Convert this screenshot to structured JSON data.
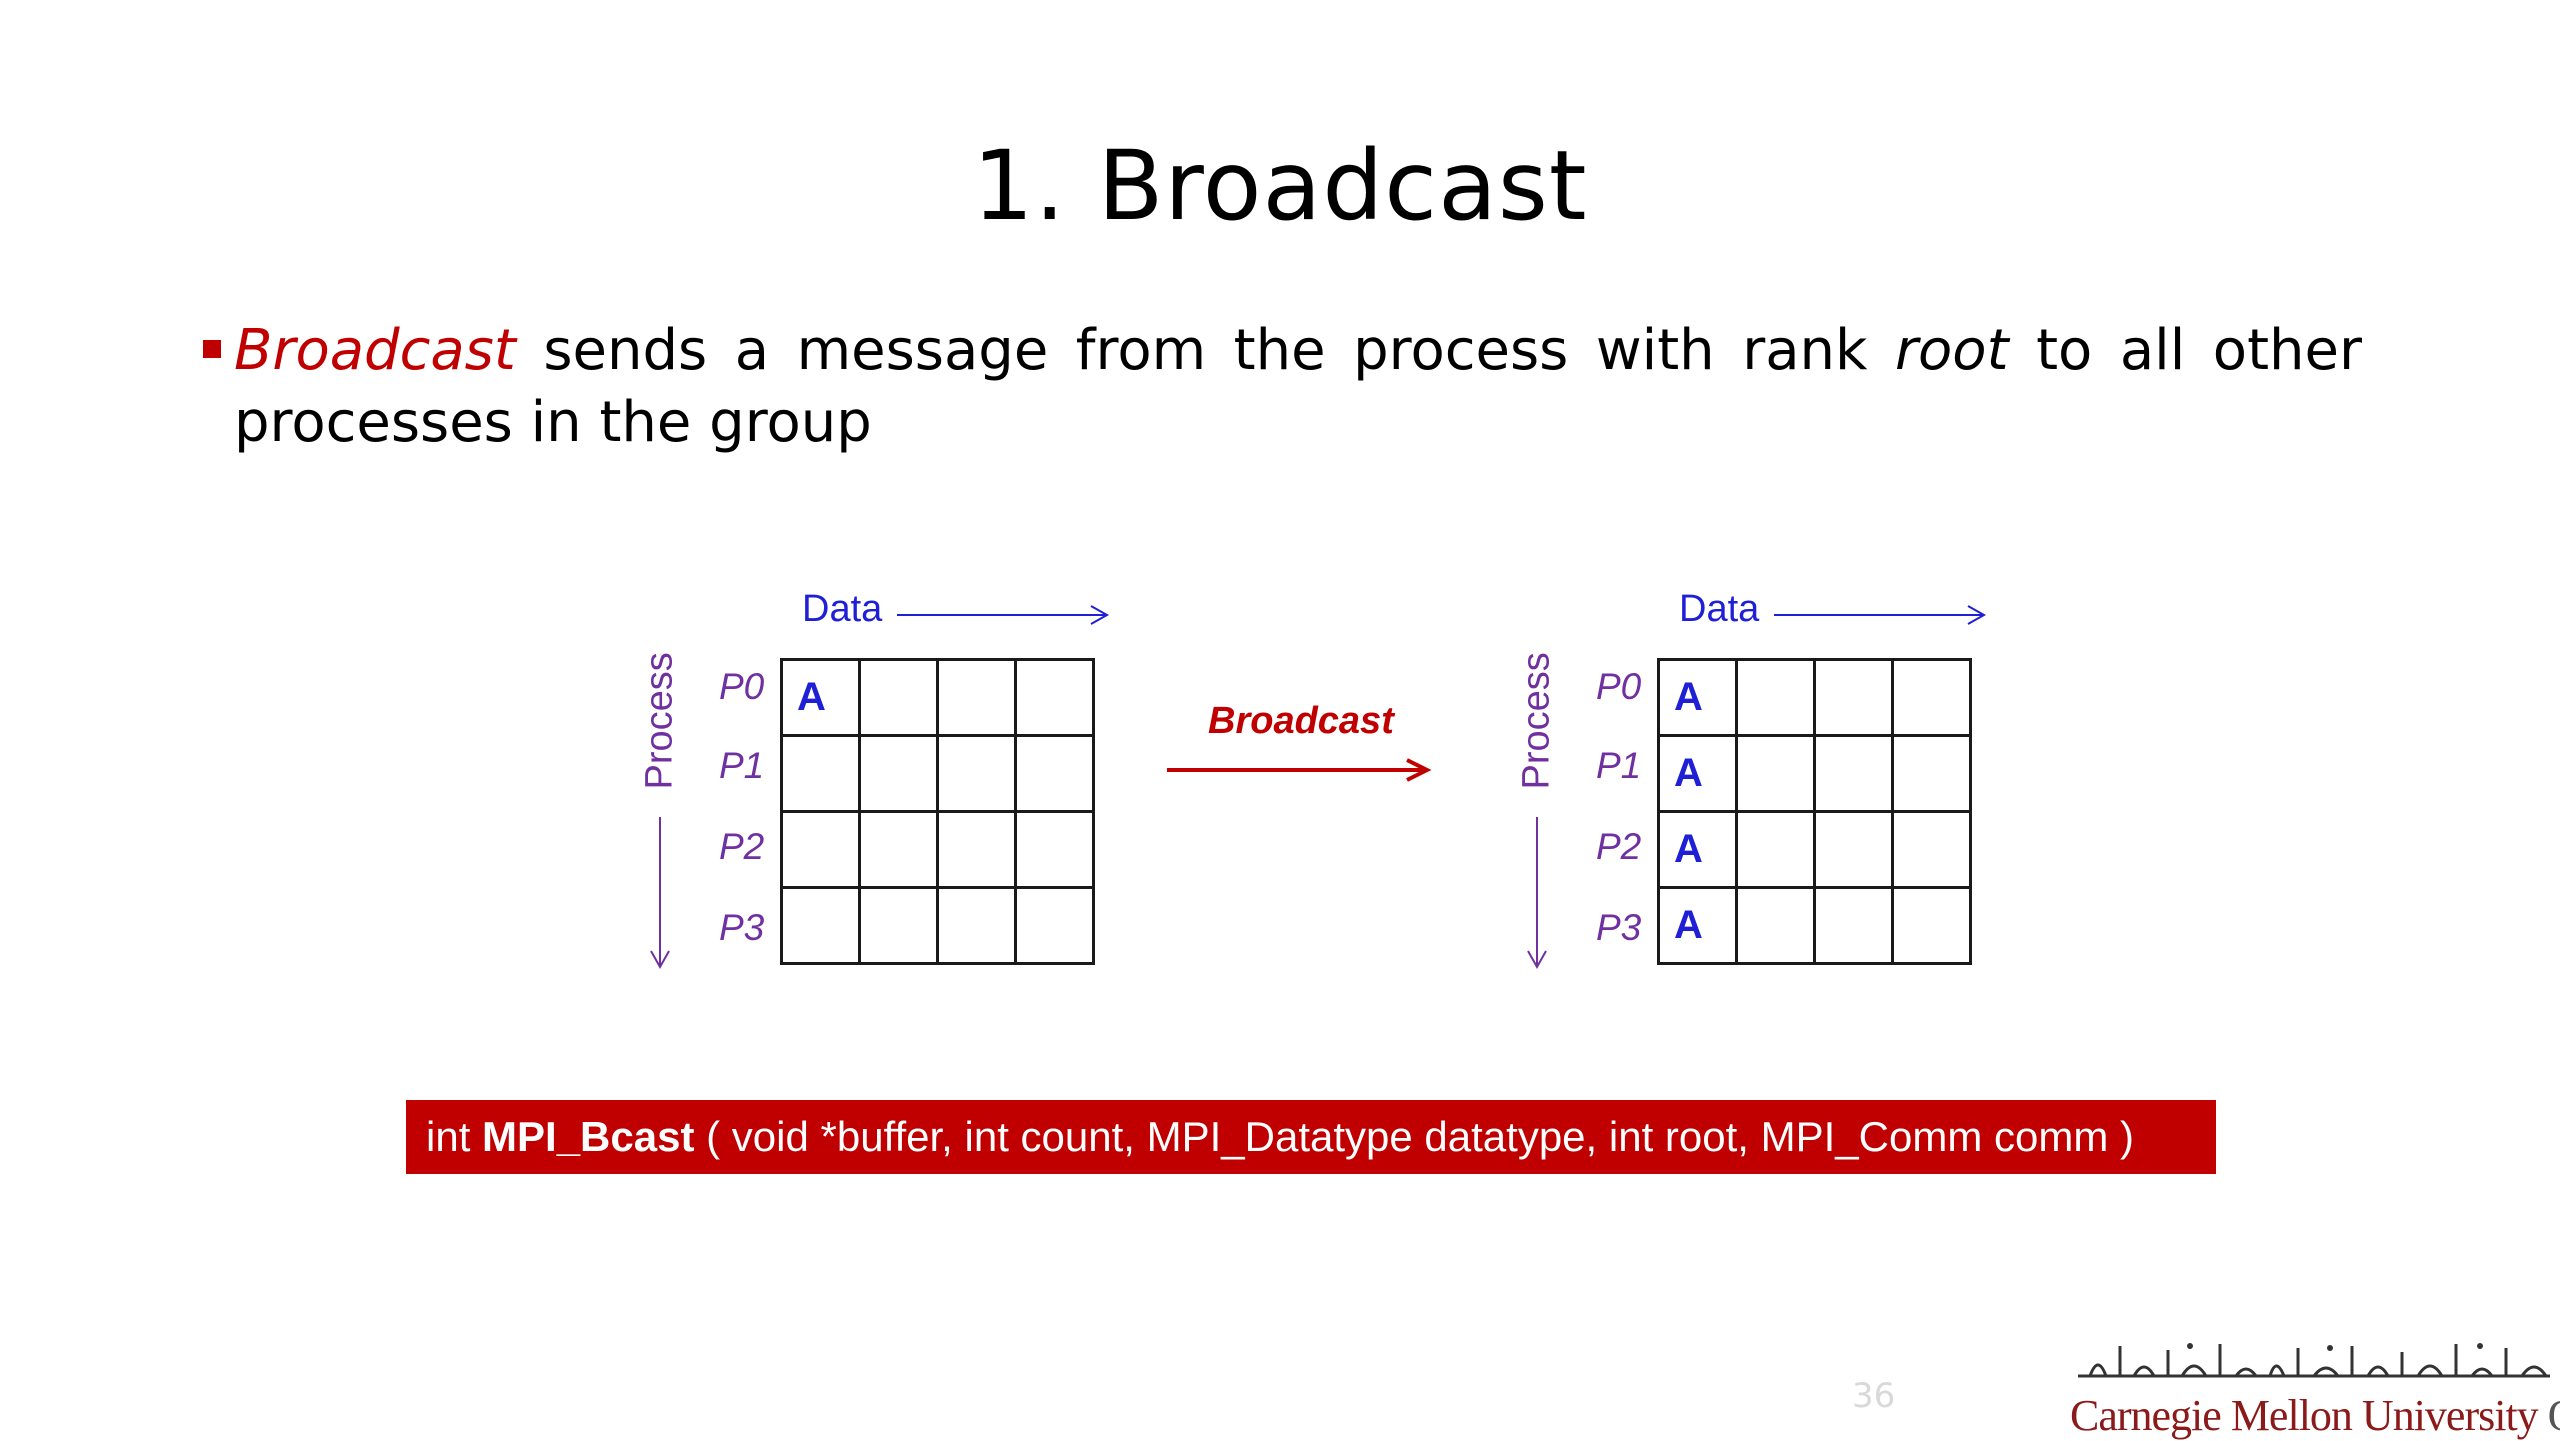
{
  "slide": {
    "title": "1. Broadcast",
    "bullet": {
      "term": "Broadcast",
      "part1": " sends a message from the process with rank ",
      "root_word": "root",
      "part2": " to all other",
      "line2": "processes in the group"
    },
    "page_number": "36"
  },
  "diagram": {
    "arrow_label": "Broadcast",
    "before": {
      "data_label": "Data",
      "process_label": "Process",
      "rows": [
        "P0",
        "P1",
        "P2",
        "P3"
      ],
      "cells": [
        [
          "A",
          "",
          "",
          ""
        ],
        [
          "",
          "",
          "",
          ""
        ],
        [
          "",
          "",
          "",
          ""
        ],
        [
          "",
          "",
          "",
          ""
        ]
      ]
    },
    "after": {
      "data_label": "Data",
      "process_label": "Process",
      "rows": [
        "P0",
        "P1",
        "P2",
        "P3"
      ],
      "cells": [
        [
          "A",
          "",
          "",
          ""
        ],
        [
          "A",
          "",
          "",
          ""
        ],
        [
          "A",
          "",
          "",
          ""
        ],
        [
          "A",
          "",
          "",
          ""
        ]
      ]
    }
  },
  "signature": {
    "return_type": "int",
    "function_name": "MPI_Bcast",
    "params": "( void *buffer, int count, MPI_Datatype datatype, int root, MPI_Comm comm )"
  },
  "logo": {
    "english": "Carnegie Mellon University",
    "english_suffix": "Qatar",
    "arabic": "جامعة كارنيجي ميلون في قطر"
  },
  "colors": {
    "accent_red": "#c00000",
    "data_blue": "#1f1fd6",
    "process_purple": "#7030a0"
  }
}
